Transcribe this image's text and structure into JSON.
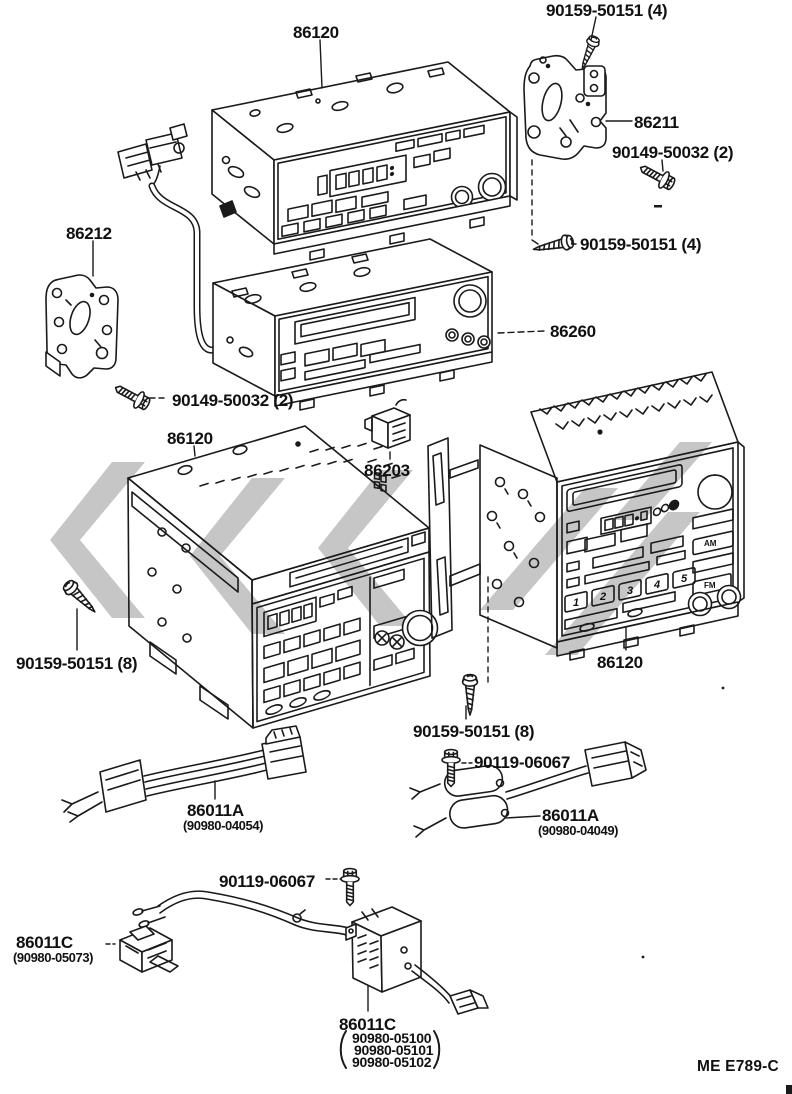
{
  "parts": {
    "screw_top": {
      "label": "90159-50151 (4)"
    },
    "radio_upper": {
      "label": "86120"
    },
    "bracket_right": {
      "label": "86211"
    },
    "bolt_right": {
      "label": "90149-50032 (2)"
    },
    "bracket_left": {
      "label": "86212"
    },
    "screw_mid": {
      "label": "90159-50151 (4)"
    },
    "tuner": {
      "label": "86260"
    },
    "bolt_left": {
      "label": "90149-50032 (2)"
    },
    "radio_mid": {
      "label": "86120"
    },
    "connector_86203": {
      "label": "86203"
    },
    "screw8_left": {
      "label": "90159-50151 (8)"
    },
    "radio_right": {
      "label": "86120"
    },
    "screw8_mid": {
      "label": "90159-50151 (8)"
    },
    "bolt6_right": {
      "label": "90119-06067"
    },
    "harness_a_left": {
      "label": "86011A",
      "part_no": "(90980-04054)"
    },
    "harness_a_right": {
      "label": "86011A",
      "part_no": "(90980-04049)"
    },
    "bolt6_bottom": {
      "label": "90119-06067"
    },
    "connector_c_left": {
      "label": "86011C",
      "part_no": "(90980-05073)"
    },
    "amplifier": {
      "label": "86011C",
      "alternates": [
        "90980-05100",
        "90980-05101",
        "90980-05102"
      ],
      "paren_open": "(",
      "paren_close": ")"
    }
  },
  "radio_right_panel": {
    "presets": [
      "1",
      "2",
      "3",
      "4",
      "5"
    ],
    "band_am": "AM",
    "band_fm": "FM"
  },
  "footer": {
    "code": "ME E789-C"
  },
  "colors": {
    "ink": "#1a1a1a",
    "watermark": "#c6c6c6",
    "paper": "#ffffff"
  }
}
